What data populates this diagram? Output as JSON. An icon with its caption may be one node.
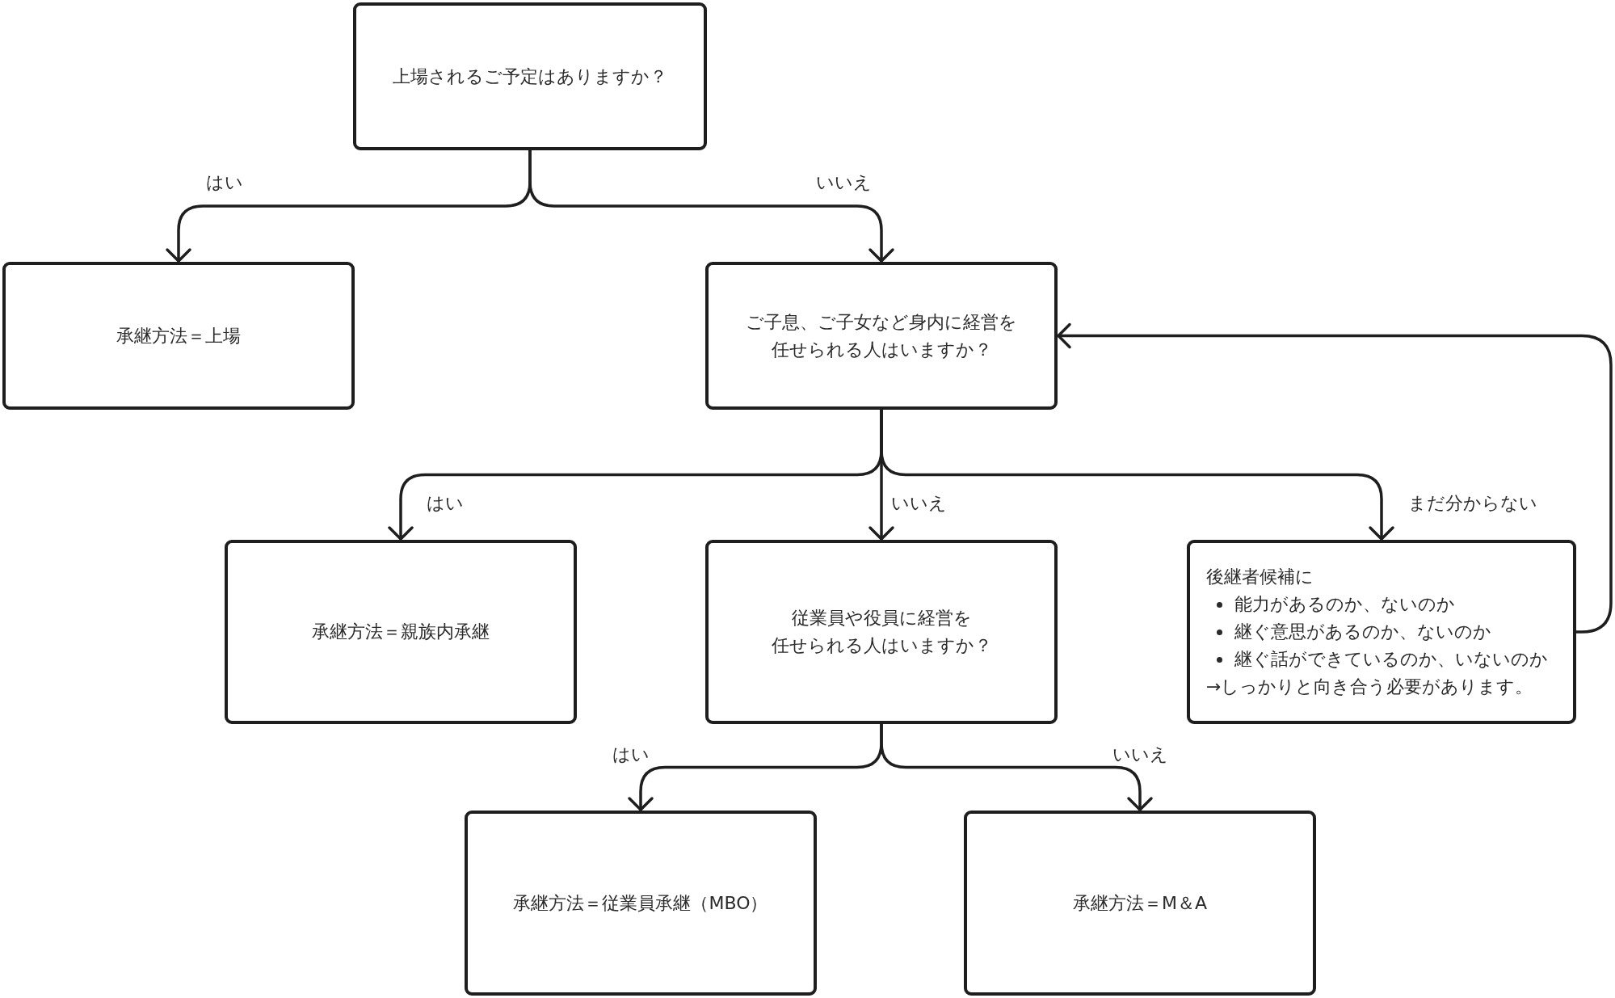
{
  "diagram": {
    "nodes": [
      {
        "text": [
          "上場されるご予定はありますか？"
        ]
      },
      {
        "text": [
          "承継方法＝上場"
        ]
      },
      {
        "text": [
          "ご子息、ご子女など身内に経営を任せられる人はいますか？"
        ]
      },
      {
        "text": [
          "承継方法＝親族内承継"
        ]
      },
      {
        "text": [
          "従業員や役員に経営を任せられる人はいますか？"
        ]
      },
      {
        "text": [
          "後継者候補に",
          "能力があるのか、ないのか",
          "継ぐ意思があるのか、ないのか",
          "継ぐ話ができているのか、いないのか",
          "→しっかりと向き合う必要があります。"
        ]
      },
      {
        "text": [
          "承継方法＝従業員承継（MBO）"
        ]
      },
      {
        "text": [
          "承継方法＝M＆A"
        ]
      }
    ],
    "edges": [
      {
        "from": 0,
        "to": 1,
        "arrow": "to",
        "label": "はい"
      },
      {
        "from": 0,
        "to": 2,
        "arrow": "to",
        "label": "いいえ"
      },
      {
        "from": 2,
        "to": 3,
        "arrow": "to",
        "label": "はい"
      },
      {
        "from": 2,
        "to": 4,
        "arrow": "to",
        "label": "いいえ"
      },
      {
        "from": 2,
        "to": 5,
        "arrow": "to",
        "label": "まだ分からない"
      },
      {
        "from": 4,
        "to": 6,
        "arrow": "to",
        "label": "はい"
      },
      {
        "from": 4,
        "to": 7,
        "arrow": "to",
        "label": "いいえ"
      },
      {
        "from": 5,
        "to": 2,
        "arrow": "to"
      }
    ]
  }
}
